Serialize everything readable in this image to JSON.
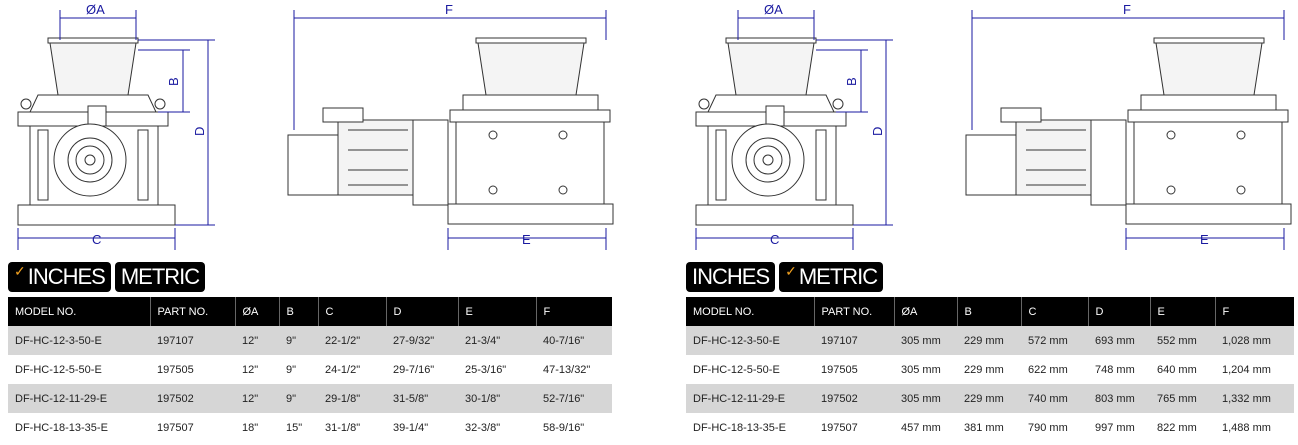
{
  "dimension_labels": {
    "a": "ØA",
    "b": "B",
    "c": "C",
    "d": "D",
    "e": "E",
    "f": "F"
  },
  "colors": {
    "dimension": "#1a1aa0",
    "check": "#f0a020",
    "header": "#000000",
    "row_alt": "#d6d6d6"
  },
  "panels": [
    {
      "units": "inches",
      "tabs": {
        "inches": "INCHES",
        "metric": "METRIC",
        "selected": "inches"
      },
      "columns": [
        "MODEL NO.",
        "PART NO.",
        "ØA",
        "B",
        "C",
        "D",
        "E",
        "F"
      ],
      "rows": [
        [
          "DF-HC-12-3-50-E",
          "197107",
          "12\"",
          "9\"",
          "22-1/2\"",
          "27-9/32\"",
          "21-3/4\"",
          "40-7/16\""
        ],
        [
          "DF-HC-12-5-50-E",
          "197505",
          "12\"",
          "9\"",
          "24-1/2\"",
          "29-7/16\"",
          "25-3/16\"",
          "47-13/32\""
        ],
        [
          "DF-HC-12-11-29-E",
          "197502",
          "12\"",
          "9\"",
          "29-1/8\"",
          "31-5/8\"",
          "30-1/8\"",
          "52-7/16\""
        ],
        [
          "DF-HC-18-13-35-E",
          "197507",
          "18\"",
          "15\"",
          "31-1/8\"",
          "39-1/4\"",
          "32-3/8\"",
          "58-9/16\""
        ]
      ]
    },
    {
      "units": "metric",
      "tabs": {
        "inches": "INCHES",
        "metric": "METRIC",
        "selected": "metric"
      },
      "columns": [
        "MODEL NO.",
        "PART NO.",
        "ØA",
        "B",
        "C",
        "D",
        "E",
        "F"
      ],
      "rows": [
        [
          "DF-HC-12-3-50-E",
          "197107",
          "305 mm",
          "229 mm",
          "572 mm",
          "693 mm",
          "552 mm",
          "1,028 mm"
        ],
        [
          "DF-HC-12-5-50-E",
          "197505",
          "305 mm",
          "229 mm",
          "622 mm",
          "748 mm",
          "640 mm",
          "1,204 mm"
        ],
        [
          "DF-HC-12-11-29-E",
          "197502",
          "305 mm",
          "229 mm",
          "740 mm",
          "803 mm",
          "765 mm",
          "1,332 mm"
        ],
        [
          "DF-HC-18-13-35-E",
          "197507",
          "457 mm",
          "381 mm",
          "790 mm",
          "997 mm",
          "822 mm",
          "1,488 mm"
        ]
      ]
    }
  ]
}
